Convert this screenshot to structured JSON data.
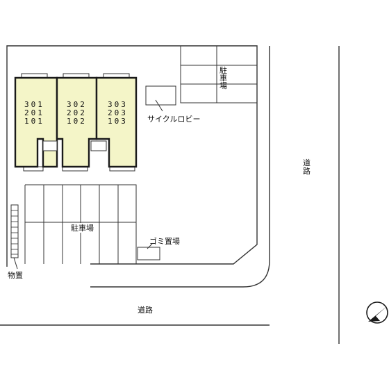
{
  "buildings": [
    {
      "lines": [
        "301",
        "201",
        "101"
      ]
    },
    {
      "lines": [
        "302",
        "202",
        "102"
      ]
    },
    {
      "lines": [
        "303",
        "203",
        "103"
      ]
    }
  ],
  "labels": {
    "parking_top": "駐車場",
    "cycle_lobby": "サイクルロビー",
    "road_right": "道路",
    "parking_main": "駐車場",
    "garbage": "ゴミ置場",
    "storage": "物置",
    "road_bottom": "道路"
  },
  "colors": {
    "building_fill": "#f4f5c8",
    "line": "#1a1a1a"
  },
  "icons": {
    "compass": "north-arrow-icon"
  }
}
